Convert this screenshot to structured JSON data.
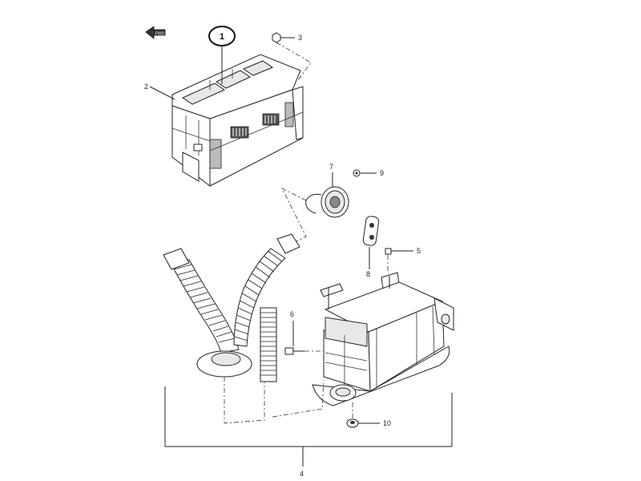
{
  "direction_marker": {
    "text": "FWD"
  },
  "callouts": [
    {
      "id": "1",
      "label": "1",
      "highlighted": true
    },
    {
      "id": "2",
      "label": "2"
    },
    {
      "id": "3",
      "label": "3"
    },
    {
      "id": "4",
      "label": "4"
    },
    {
      "id": "5",
      "label": "5"
    },
    {
      "id": "6",
      "label": "6"
    },
    {
      "id": "7",
      "label": "7"
    },
    {
      "id": "8",
      "label": "8"
    },
    {
      "id": "9",
      "label": "9"
    },
    {
      "id": "10",
      "label": "10"
    }
  ],
  "colors": {
    "line": "#222222",
    "background": "#ffffff"
  }
}
